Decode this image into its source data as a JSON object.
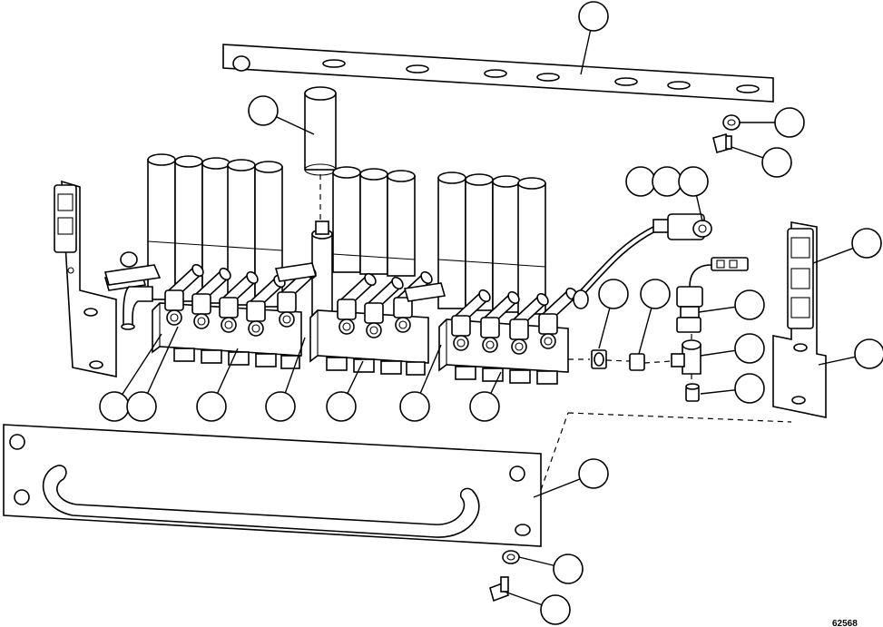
{
  "figure": {
    "code": "62568"
  },
  "parts": [
    {
      "id": "top-rail"
    },
    {
      "id": "top-accumulator"
    },
    {
      "id": "right-washer"
    },
    {
      "id": "right-bolt"
    },
    {
      "id": "sensor-connector-a"
    },
    {
      "id": "sensor-connector-b"
    },
    {
      "id": "sensor-connector-c"
    },
    {
      "id": "right-bracket-upper"
    },
    {
      "id": "left-fitting-a"
    },
    {
      "id": "right-fitting"
    },
    {
      "id": "pressure-switch"
    },
    {
      "id": "elbow-fitting"
    },
    {
      "id": "right-bracket"
    },
    {
      "id": "plug"
    },
    {
      "id": "manifold-left-a"
    },
    {
      "id": "manifold-left-b"
    },
    {
      "id": "manifold-left-c"
    },
    {
      "id": "manifold-left-d"
    },
    {
      "id": "manifold-center"
    },
    {
      "id": "manifold-center-b"
    },
    {
      "id": "manifold-right"
    },
    {
      "id": "front-panel"
    },
    {
      "id": "bottom-washer"
    },
    {
      "id": "bottom-bolt"
    }
  ]
}
